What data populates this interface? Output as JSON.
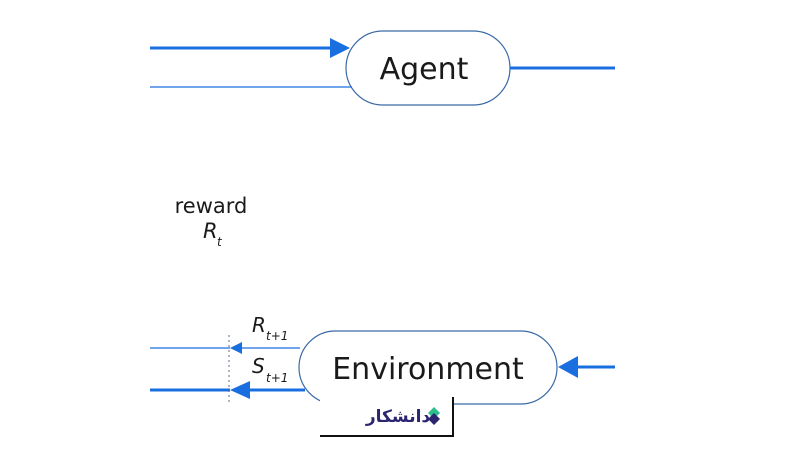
{
  "diagram": {
    "nodes": {
      "agent": {
        "label": "Agent"
      },
      "environment": {
        "label": "Environment"
      }
    },
    "signals": {
      "reward_word": "reward",
      "reward_symbol": "R",
      "reward_subscript": "t",
      "next_reward_symbol": "R",
      "next_reward_subscript": "t+1",
      "next_state_symbol": "S",
      "next_state_subscript": "t+1"
    },
    "colors": {
      "arrow": "#1a6fe0",
      "node_border": "#3a6aa8",
      "watermark_text": "#2b2470",
      "watermark_icon_green": "#2dbd8f"
    }
  },
  "watermark": {
    "text": "دانشکار",
    "icon": "diamond-arrow-logo-icon"
  }
}
